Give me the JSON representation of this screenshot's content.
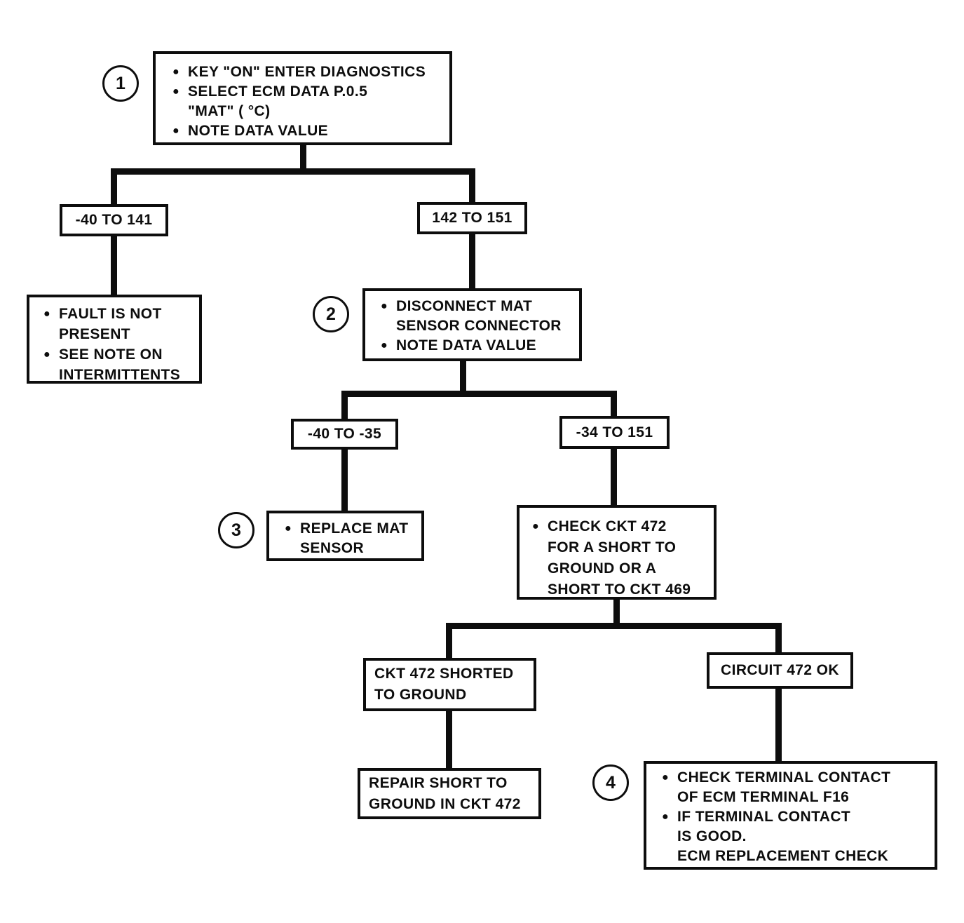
{
  "page": {
    "background_color": "#ffffff",
    "ink_color": "#0d0d0d",
    "kind": "scanned diagnostic flowchart"
  },
  "flowchart": {
    "step_markers": [
      {
        "number": "1"
      },
      {
        "number": "2"
      },
      {
        "number": "3"
      },
      {
        "number": "4"
      }
    ],
    "nodes": {
      "enter_diagnostics": {
        "bullets": [
          "KEY \"ON\" ENTER DIAGNOSTICS",
          "SELECT ECM DATA P.0.5\n\"MAT\" ( °C)",
          "NOTE DATA VALUE"
        ]
      },
      "range_neg40_to_141": {
        "label": "-40 TO 141"
      },
      "range_142_to_151": {
        "label": "142 TO 151"
      },
      "fault_not_present": {
        "bullets": [
          "FAULT IS NOT\nPRESENT",
          "SEE NOTE ON\nINTERMITTENTS"
        ]
      },
      "disconnect_sensor": {
        "bullets": [
          "DISCONNECT MAT\nSENSOR CONNECTOR",
          "NOTE DATA VALUE"
        ]
      },
      "range_neg40_to_neg35": {
        "label": "-40 TO -35"
      },
      "range_neg34_to_151": {
        "label": "-34 TO 151"
      },
      "replace_sensor": {
        "bullets": [
          "REPLACE MAT\nSENSOR"
        ]
      },
      "check_ckt_472": {
        "bullets": [
          "CHECK CKT 472\nFOR A SHORT TO\nGROUND OR A\nSHORT TO CKT 469"
        ]
      },
      "ckt_472_shorted": {
        "label": "CKT 472 SHORTED\nTO GROUND"
      },
      "circuit_472_ok": {
        "label": "CIRCUIT 472 OK"
      },
      "repair_short": {
        "label": "REPAIR SHORT TO\nGROUND IN CKT 472"
      },
      "check_terminal_contact": {
        "bullets": [
          "CHECK TERMINAL CONTACT\nOF ECM TERMINAL F16",
          "IF TERMINAL CONTACT\nIS GOOD.\nECM REPLACEMENT CHECK"
        ]
      }
    }
  }
}
